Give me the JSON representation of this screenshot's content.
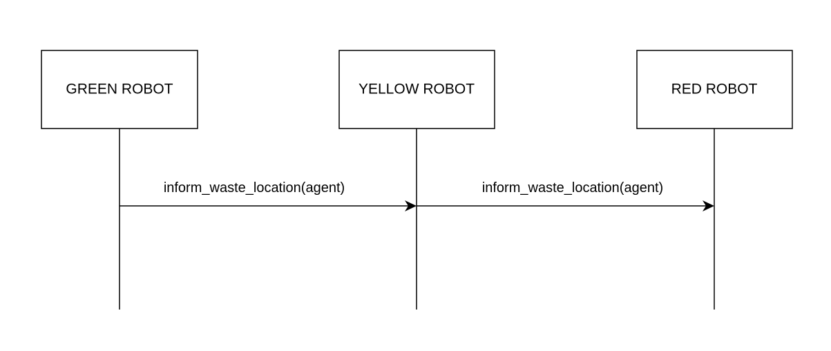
{
  "actors": [
    {
      "label": "GREEN ROBOT"
    },
    {
      "label": "YELLOW ROBOT"
    },
    {
      "label": "RED ROBOT"
    }
  ],
  "messages": [
    {
      "from": 0,
      "to": 1,
      "label": "inform_waste_location(agent)"
    },
    {
      "from": 1,
      "to": 2,
      "label": "inform_waste_location(agent)"
    }
  ]
}
